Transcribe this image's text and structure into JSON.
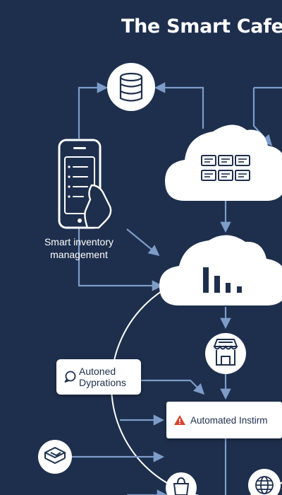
{
  "title": "The Smart Cafet",
  "nodes": {
    "phone_label_line1": "Smart inventory",
    "phone_label_line2": "management",
    "autoned_line1": "Autoned",
    "autoned_line2": "Dyprations",
    "automated_label": "Automated Instirm"
  },
  "colors": {
    "background": "#1e2f4d",
    "line": "#7d9cc9",
    "icon_stroke": "#1e2f4d",
    "accent": "#d9432f"
  },
  "icons": [
    "database-icon",
    "smartphone-hand-icon",
    "cloud-dashboard-icon",
    "cloud-bar-chart-icon",
    "storefront-icon",
    "chat-bubble-icon",
    "warning-triangle-icon",
    "map-icon",
    "shopping-bag-icon",
    "globe-icon"
  ]
}
